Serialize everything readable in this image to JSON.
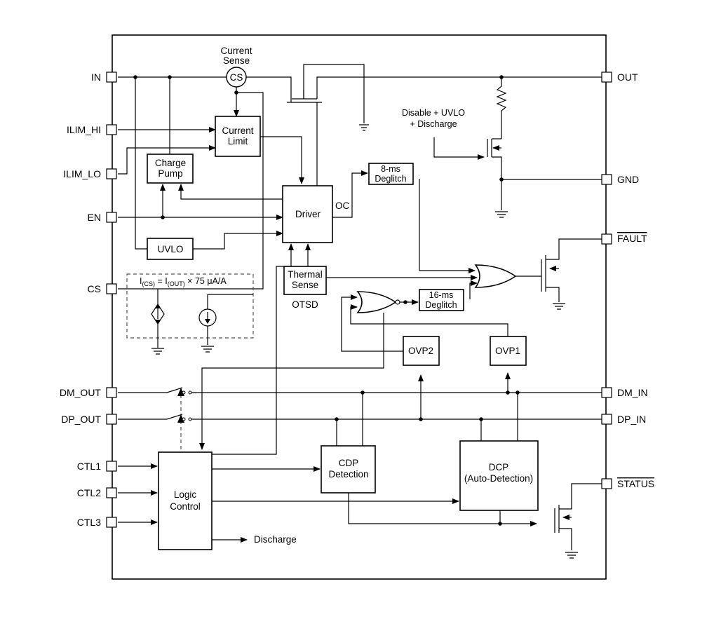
{
  "pins_left": {
    "in": "IN",
    "ilim_hi": "ILIM_HI",
    "ilim_lo": "ILIM_LO",
    "en": "EN",
    "cs": "CS",
    "dm_out": "DM_OUT",
    "dp_out": "DP_OUT",
    "ctl1": "CTL1",
    "ctl2": "CTL2",
    "ctl3": "CTL3"
  },
  "pins_right": {
    "out": "OUT",
    "gnd": "GND",
    "fault": "FAULT",
    "dm_in": "DM_IN",
    "dp_in": "DP_IN",
    "status": "STATUS"
  },
  "blocks": {
    "current_sense_l1": "Current",
    "current_sense_l2": "Sense",
    "cs_circle": "CS",
    "current_limit_l1": "Current",
    "current_limit_l2": "Limit",
    "charge_pump_l1": "Charge",
    "charge_pump_l2": "Pump",
    "driver": "Driver",
    "uvlo": "UVLO",
    "thermal_l1": "Thermal",
    "thermal_l2": "Sense",
    "otsd": "OTSD",
    "deglitch8_l1": "8-ms",
    "deglitch8_l2": "Deglitch",
    "deglitch16_l1": "16-ms",
    "deglitch16_l2": "Deglitch",
    "ovp1": "OVP1",
    "ovp2": "OVP2",
    "cdp_l1": "CDP",
    "cdp_l2": "Detection",
    "dcp_l1": "DCP",
    "dcp_l2": "(Auto-Detection)",
    "logic_l1": "Logic",
    "logic_l2": "Control"
  },
  "annotations": {
    "oc": "OC",
    "disable_l1": "Disable + UVLO",
    "disable_l2": "+ Discharge",
    "discharge": "Discharge",
    "formula_i1": "I",
    "formula_s1": "(CS)",
    "formula_eq": " = I",
    "formula_s2": "(OUT)",
    "formula_tail": "  × 75  μA/A"
  }
}
